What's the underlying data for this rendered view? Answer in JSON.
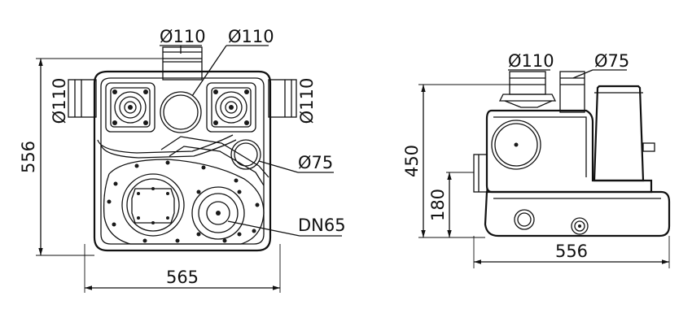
{
  "plan_view": {
    "label_top_left_inlet": "Ø110",
    "label_top_right_inlet": "Ø110",
    "label_side_left_inlet": "Ø110",
    "label_side_right_inlet": "Ø110",
    "label_vent": "Ø75",
    "label_discharge": "DN65",
    "dim_height": "556",
    "dim_width": "565"
  },
  "side_view": {
    "label_inlet": "Ø110",
    "label_vent": "Ø75",
    "dim_height": "450",
    "dim_inlet_height": "180",
    "dim_length": "556"
  }
}
